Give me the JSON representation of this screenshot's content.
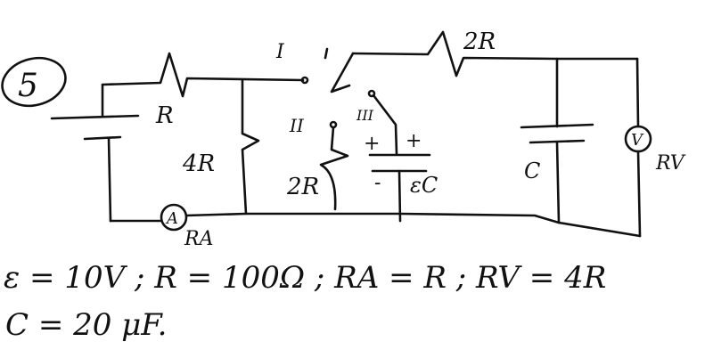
{
  "problem_number": "5",
  "labels": {
    "switch_pos_1": "I",
    "switch_pos_2": "II",
    "switch_pos_3": "III",
    "resistor_r": "R",
    "resistor_4r": "4R",
    "resistor_2r_top": "2R",
    "resistor_2r_mid": "2R",
    "emf_c": "εC",
    "capacitor": "C",
    "ammeter": "A",
    "ammeter_res": "RA",
    "voltmeter": "V",
    "voltmeter_res": "RV",
    "plus_left": "+",
    "plus_right": "+",
    "minus_left": "-"
  },
  "given": {
    "line1": "ε = 10V ;  R = 100Ω ;  RA = R ;  RV = 4R",
    "line2": "C = 20 μF."
  }
}
